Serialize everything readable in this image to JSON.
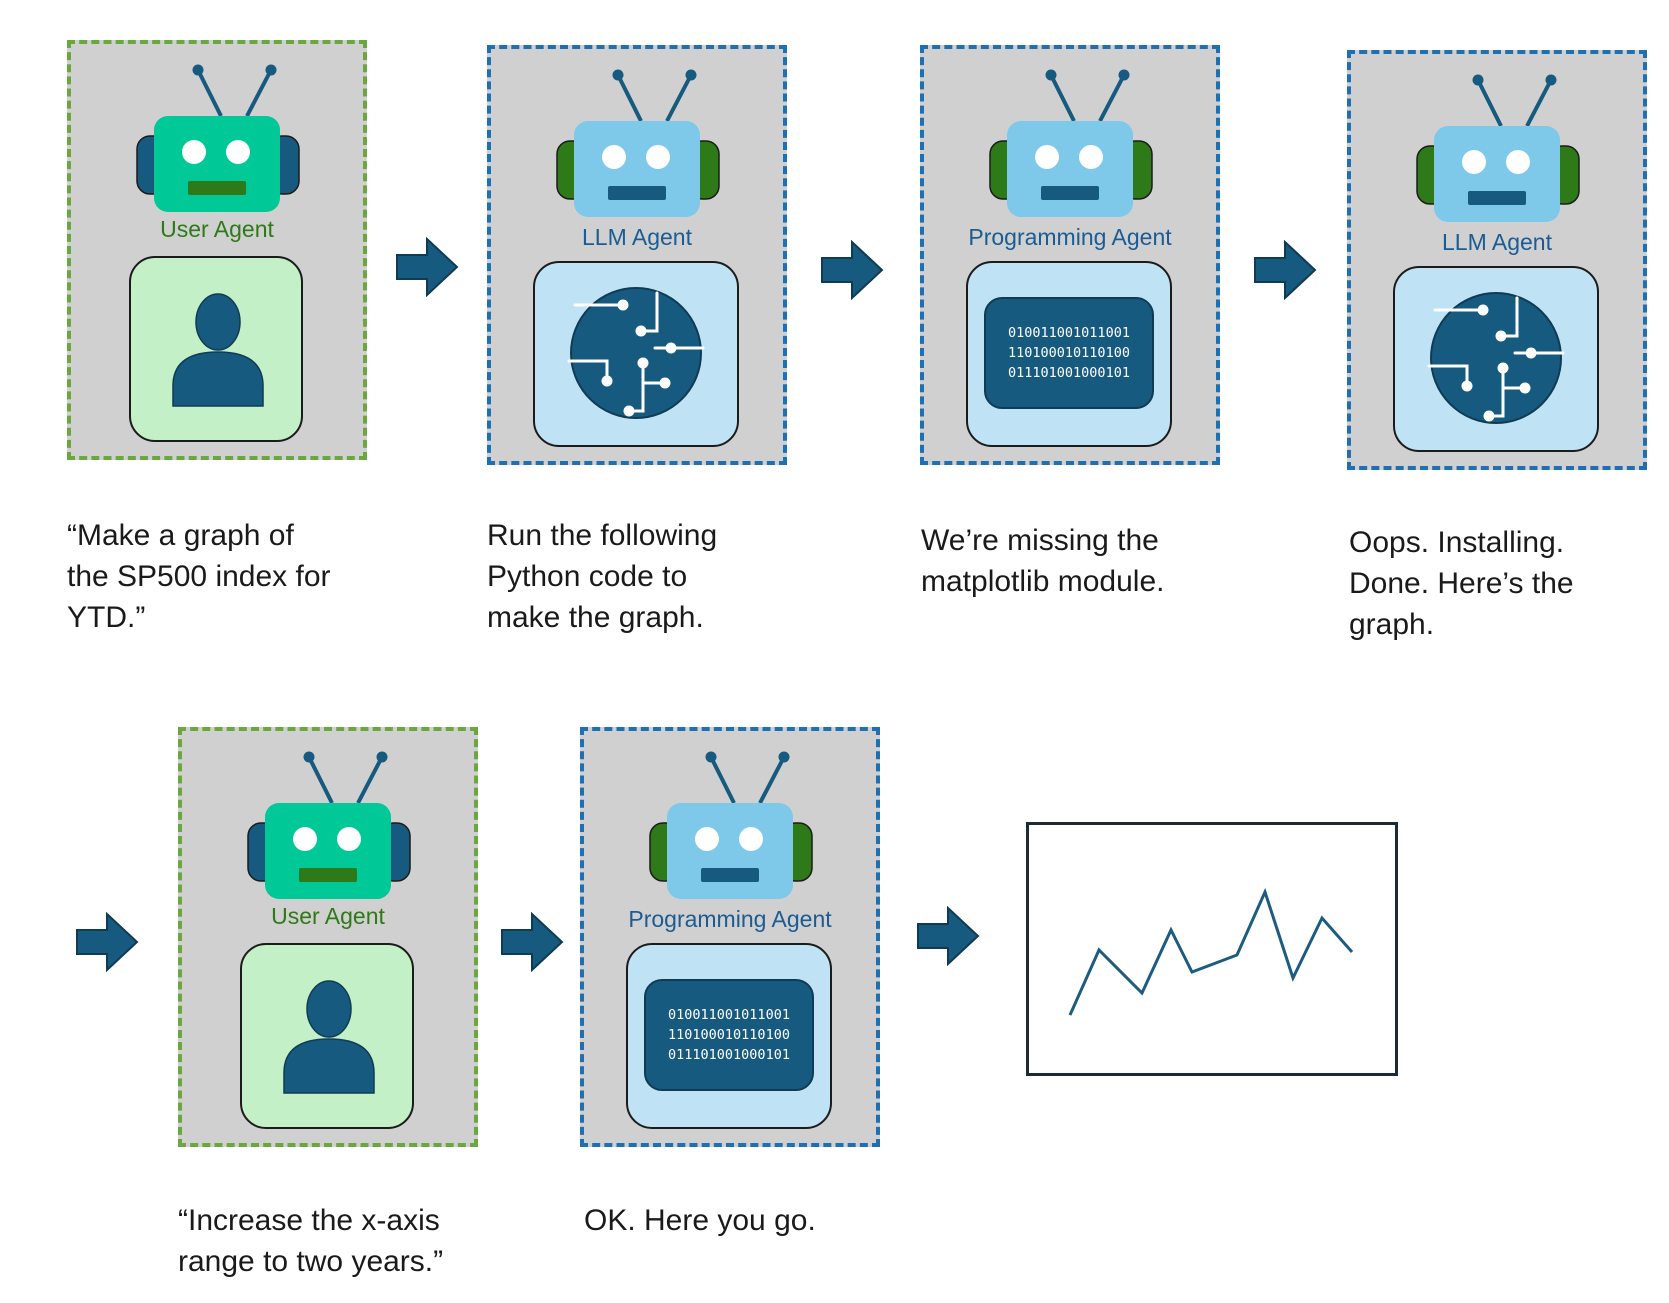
{
  "colors": {
    "user_border": "#6aa83f",
    "agent_border": "#1f6fb3",
    "card_fill": "#d0d0d0",
    "user_robot_head": "#00c896",
    "agent_robot_head": "#7ec8ea",
    "dark_blue": "#175a7f",
    "dark_green": "#2e7a18"
  },
  "steps": [
    {
      "role": "user",
      "label": "User Agent",
      "icon": "person-icon",
      "caption": [
        "“Make a graph of",
        "the SP500 index for",
        "YTD.”"
      ]
    },
    {
      "role": "llm",
      "label": "LLM Agent",
      "icon": "circuit-icon",
      "caption": [
        "Run the following",
        "Python code to",
        "make the graph."
      ]
    },
    {
      "role": "prog",
      "label": "Programming Agent",
      "icon": "binary-code-icon",
      "code": [
        "010011001011001",
        "110100010110100",
        "011101001000101"
      ],
      "caption": [
        "We’re missing the",
        "matplotlib module."
      ]
    },
    {
      "role": "llm",
      "label": "LLM Agent",
      "icon": "circuit-icon",
      "caption": [
        "Oops. Installing.",
        "Done. Here’s the",
        "graph."
      ]
    },
    {
      "role": "user",
      "label": "User Agent",
      "icon": "person-icon",
      "caption": [
        "“Increase the x-axis",
        "range to two years.”"
      ]
    },
    {
      "role": "prog",
      "label": "Programming Agent",
      "icon": "binary-code-icon",
      "code": [
        "010011001011001",
        "110100010110100",
        "011101001000101"
      ],
      "caption": [
        "OK. Here you go."
      ]
    }
  ],
  "result": {
    "icon": "line-graph-icon"
  }
}
